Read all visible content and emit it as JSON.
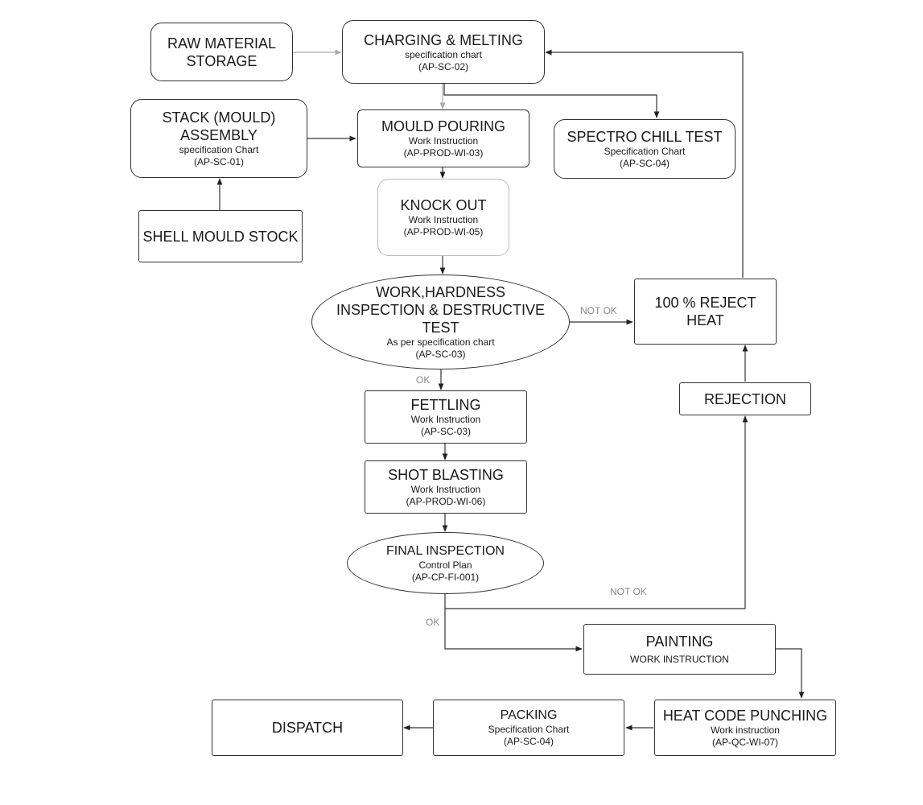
{
  "nodes": {
    "raw_material": {
      "title": "RAW MATERIAL STORAGE"
    },
    "charging": {
      "title": "CHARGING & MELTING",
      "sub1": "specification chart",
      "sub2": "(AP-SC-02)"
    },
    "stack": {
      "title": "STACK (MOULD) ASSEMBLY",
      "sub1": "specification Chart",
      "sub2": "(AP-SC-01)"
    },
    "mould_pouring": {
      "title": "MOULD POURING",
      "sub1": "Work Instruction",
      "sub2": "(AP-PROD-WI-03)"
    },
    "spectro": {
      "title": "SPECTRO CHILL TEST",
      "sub1": "Specification Chart",
      "sub2": "(AP-SC-04)"
    },
    "knock_out": {
      "title": "KNOCK OUT",
      "sub1": "Work Instruction",
      "sub2": "(AP-PROD-WI-05)"
    },
    "shell_stock": {
      "title": "SHELL MOULD STOCK"
    },
    "work_hardness": {
      "title": "WORK,HARDNESS INSPECTION & DESTRUCTIVE TEST",
      "sub1": "As per specification chart",
      "sub2": "(AP-SC-03)"
    },
    "reject_heat": {
      "title": "100 % REJECT HEAT"
    },
    "fettling": {
      "title": "FETTLING",
      "sub1": "Work Instruction",
      "sub2": "(AP-SC-03)"
    },
    "rejection": {
      "title": "REJECTION"
    },
    "shot_blasting": {
      "title": "SHOT BLASTING",
      "sub1": "Work Instruction",
      "sub2": "(AP-PROD-WI-06)"
    },
    "final_inspection": {
      "title": "FINAL INSPECTION",
      "sub1": "Control Plan",
      "sub2": "(AP-CP-FI-001)"
    },
    "painting": {
      "title": "PAINTING",
      "sub1": "WORK INSTRUCTION"
    },
    "dispatch": {
      "title": "DISPATCH"
    },
    "packing": {
      "title": "PACKING",
      "sub1": "Specification Chart",
      "sub2": "(AP-SC-04)"
    },
    "heat_code": {
      "title": "HEAT CODE PUNCHING",
      "sub1": "Work instruction",
      "sub2": "(AP-QC-WI-07)"
    }
  },
  "edge_labels": {
    "not_ok_1": "NOT OK",
    "ok_1": "OK",
    "not_ok_2": "NOT OK",
    "ok_2": "OK"
  },
  "colors": {
    "line": "#333333",
    "soft_line": "#aaaaaa",
    "label": "#888888"
  }
}
